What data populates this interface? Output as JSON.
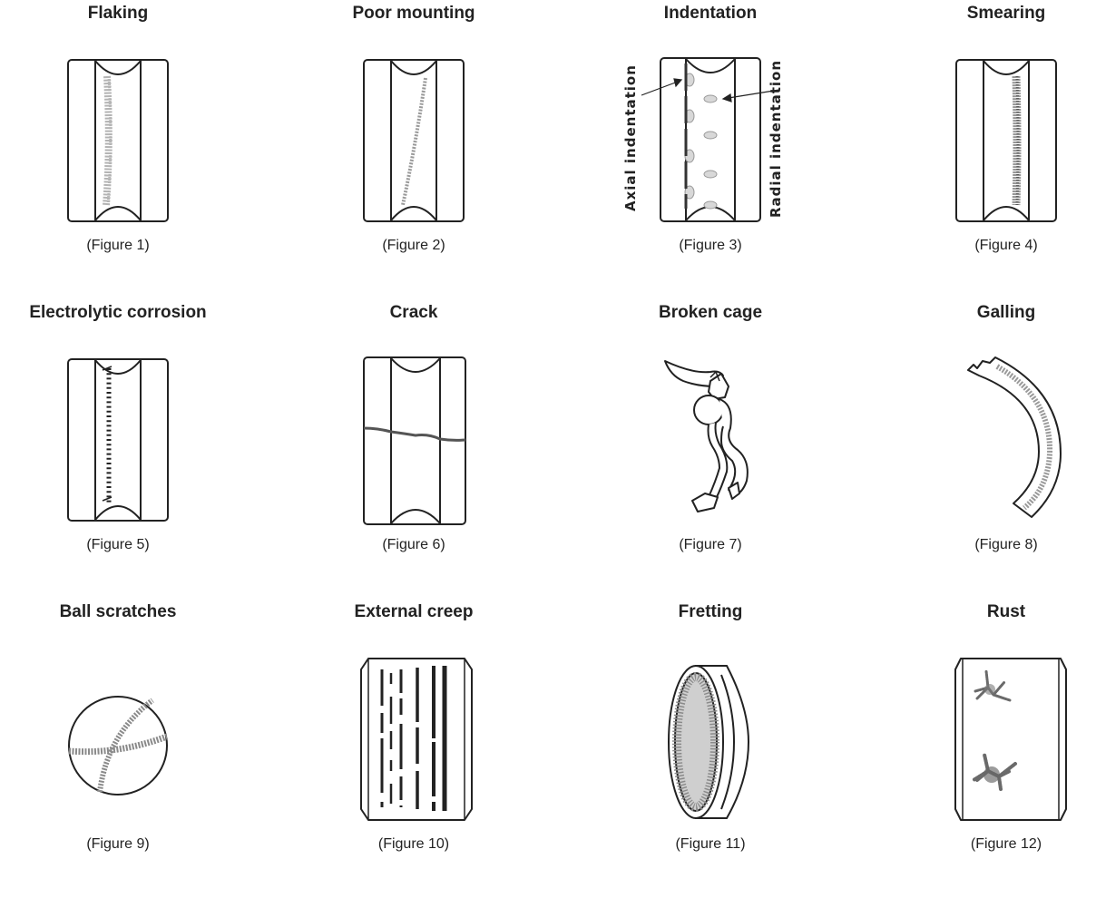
{
  "figures": [
    {
      "title": "Flaking",
      "caption": "(Figure 1)",
      "icon": "flaking-ring-icon"
    },
    {
      "title": "Poor mounting",
      "caption": "(Figure 2)",
      "icon": "poor-mounting-ring-icon"
    },
    {
      "title": "Indentation",
      "caption": "(Figure 3)",
      "icon": "indentation-ring-icon",
      "labels": {
        "axial": "Axial indentation",
        "radial": "Radial indentation"
      }
    },
    {
      "title": "Smearing",
      "caption": "(Figure 4)",
      "icon": "smearing-ring-icon"
    },
    {
      "title": "Electrolytic corrosion",
      "caption": "(Figure 5)",
      "icon": "electrolytic-corrosion-ring-icon"
    },
    {
      "title": "Crack",
      "caption": "(Figure 6)",
      "icon": "crack-ring-icon"
    },
    {
      "title": "Broken cage",
      "caption": "(Figure 7)",
      "icon": "broken-cage-icon"
    },
    {
      "title": "Galling",
      "caption": "(Figure 8)",
      "icon": "galling-arc-icon"
    },
    {
      "title": "Ball scratches",
      "caption": "(Figure 9)",
      "icon": "ball-scratches-icon"
    },
    {
      "title": "External creep",
      "caption": "(Figure 10)",
      "icon": "external-creep-ring-icon"
    },
    {
      "title": "Fretting",
      "caption": "(Figure 11)",
      "icon": "fretting-ring-icon"
    },
    {
      "title": "Rust",
      "caption": "(Figure 12)",
      "icon": "rust-ring-icon"
    }
  ],
  "colors": {
    "line": "#222222",
    "wear": "#8a8a8a",
    "dark": "#333333"
  }
}
